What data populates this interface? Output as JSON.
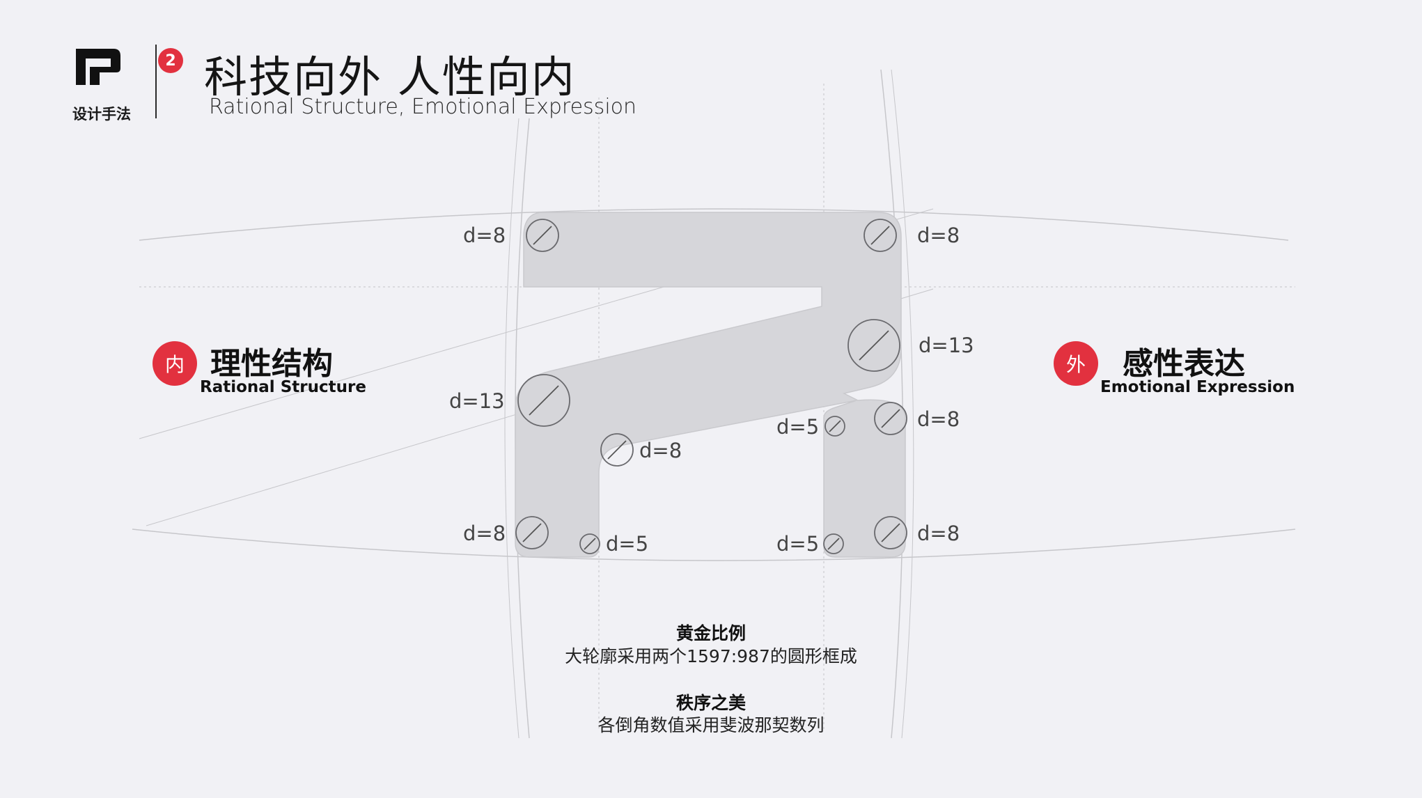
{
  "brand": {
    "caption": "设计手法"
  },
  "header": {
    "section_number": "2",
    "title": "科技向外  人性向内",
    "subtitle": "Rational Structure, Emotional Expression"
  },
  "left_panel": {
    "badge": "内",
    "title": "理性结构",
    "subtitle": "Rational  Structure"
  },
  "right_panel": {
    "badge": "外",
    "title": "感性表达",
    "subtitle": "Emotional Expression"
  },
  "diagram": {
    "labels": {
      "top_left": "d=8",
      "top_right": "d=8",
      "mid_right": "d=13",
      "mid_left": "d=13",
      "inner_notch": "d=8",
      "right_inner_top": "d=5",
      "right_outer_top": "d=8",
      "bottom_left_outer": "d=8",
      "bottom_left_inner": "d=5",
      "bottom_right_inner": "d=5",
      "bottom_right_outer": "d=8"
    }
  },
  "notes": [
    {
      "heading": "黄金比例",
      "body": "大轮廓采用两个1597:987的圆形框成"
    },
    {
      "heading": "秩序之美",
      "body": "各倒角数值采用斐波那契数列"
    }
  ],
  "colors": {
    "accent": "#e2313f",
    "shape_fill": "#d6d6da",
    "guide": "#c4c4c8"
  }
}
